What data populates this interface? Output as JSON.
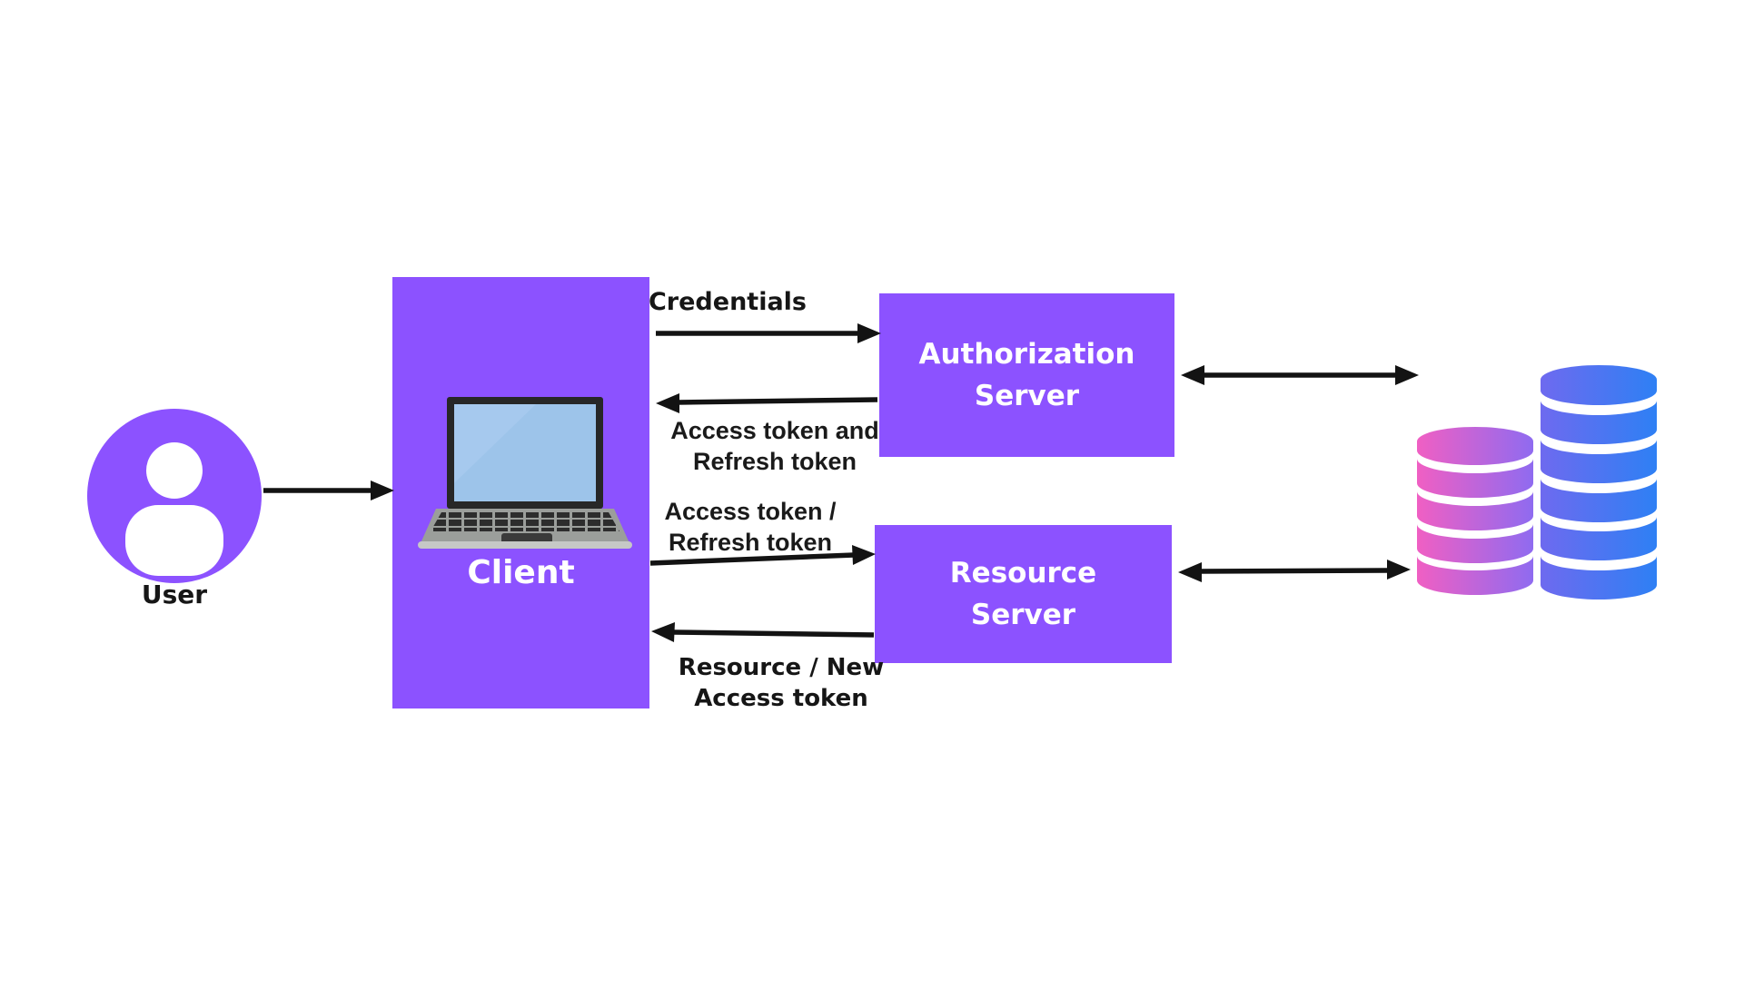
{
  "diagram": {
    "user": {
      "label": "User"
    },
    "client": {
      "label": "Client"
    },
    "authorization_server": {
      "line1": "Authorization",
      "line2": "Server"
    },
    "resource_server": {
      "line1": "Resource",
      "line2": "Server"
    },
    "flows": {
      "credentials": {
        "label": "Credentials"
      },
      "token_grant": {
        "line1": "Access token and",
        "line2": "Refresh token"
      },
      "token_use": {
        "line1": "Access token /",
        "line2": "Refresh token"
      },
      "resource_response": {
        "line1": "Resource / New",
        "line2": "Access token"
      }
    }
  },
  "colors": {
    "node_purple": "#8C52FF",
    "arrow_black": "#131313",
    "db_pink_start": "#F05FC3",
    "db_pink_end": "#8F6BF0",
    "db_blue_start": "#6E6AEF",
    "db_blue_end": "#2E80F4",
    "laptop_screen": "#9DC4EA"
  }
}
